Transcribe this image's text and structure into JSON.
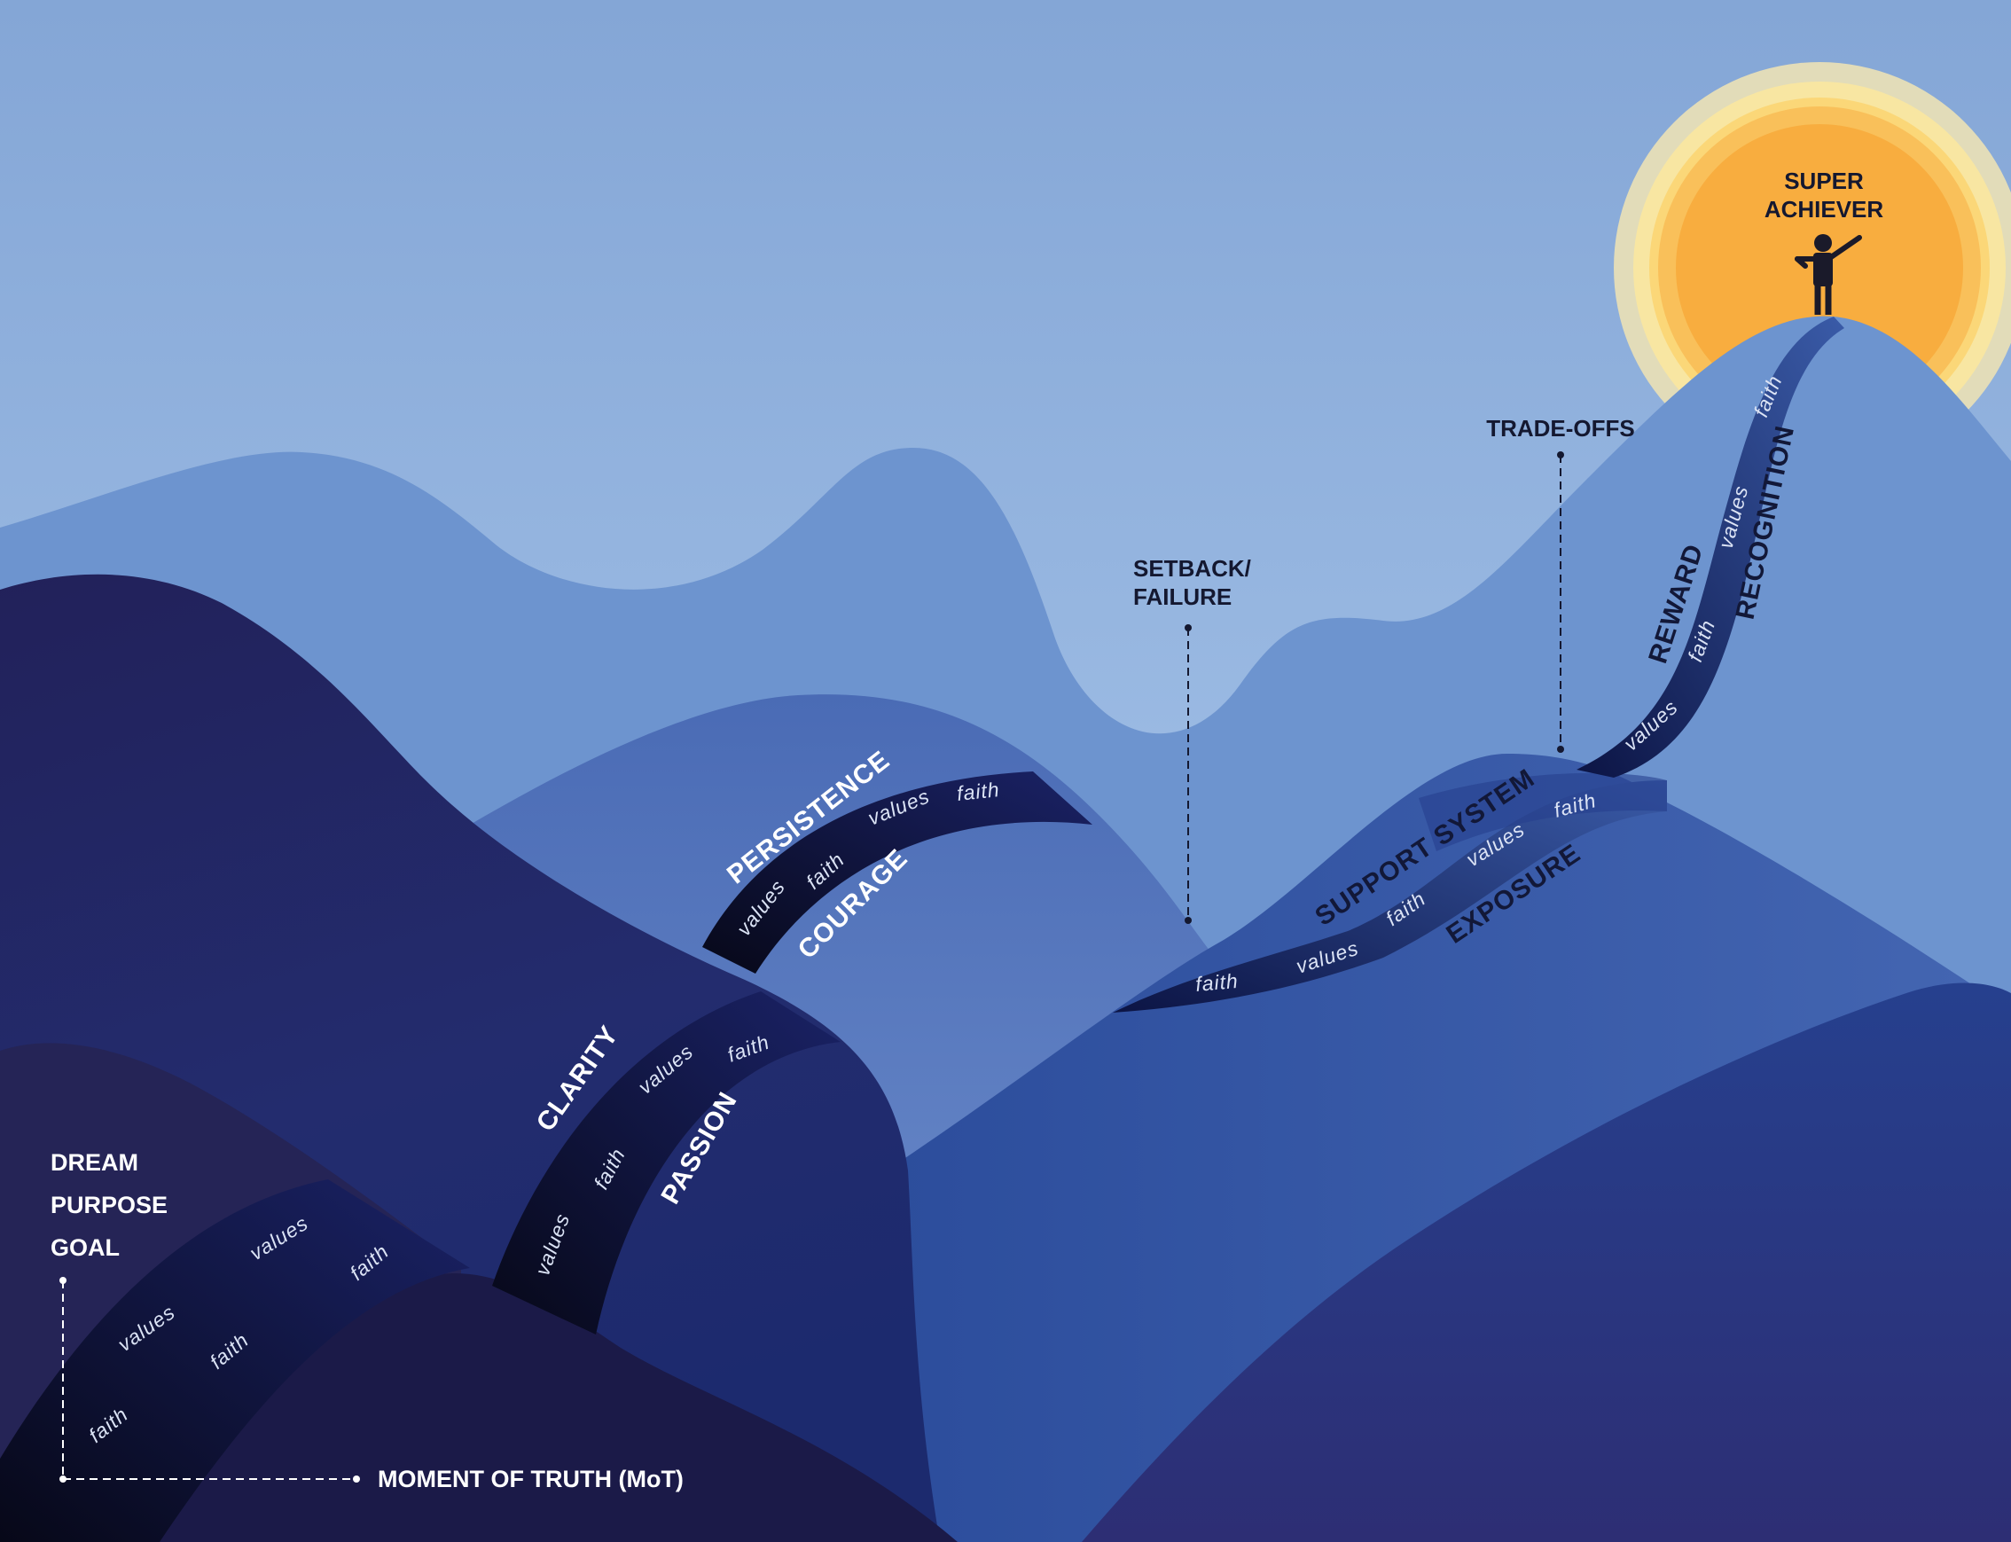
{
  "peak": {
    "line1": "SUPER",
    "line2": "ACHIEVER"
  },
  "start_labels": [
    "DREAM",
    "PURPOSE",
    "GOAL"
  ],
  "moment_of_truth": "MOMENT OF TRUTH (MoT)",
  "callouts": {
    "setback_line1": "SETBACK/",
    "setback_line2": "FAILURE",
    "tradeoffs": "TRADE-OFFS"
  },
  "milestones": {
    "clarity": "CLARITY",
    "passion": "PASSION",
    "persistence": "PERSISTENCE",
    "courage": "COURAGE",
    "support_system": "SUPPORT SYSTEM",
    "exposure": "EXPOSURE",
    "reward": "REWARD",
    "recognition": "RECOGNITION"
  },
  "path_words": {
    "faith": "faith",
    "values": "values"
  },
  "colors": {
    "sky_top": "#84a6d6",
    "sky_bottom": "#9dbce4",
    "sun_core": "#f8ad3f",
    "path_dark": "#0b0f33"
  }
}
